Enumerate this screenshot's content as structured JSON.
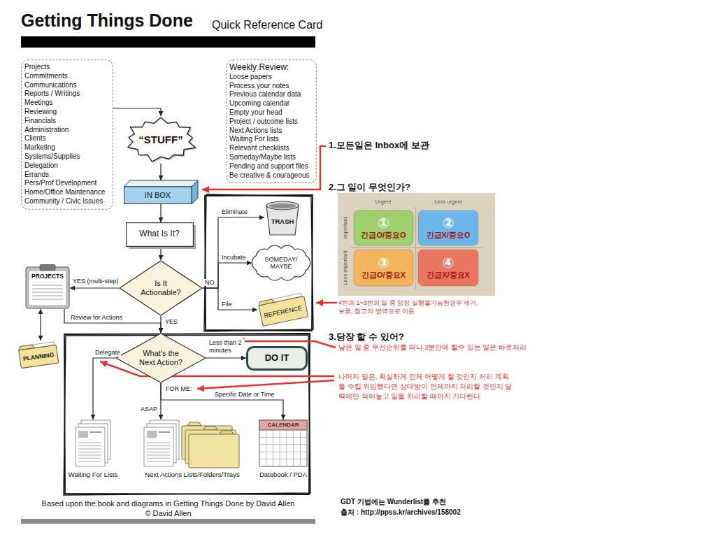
{
  "diagram": {
    "title": "Getting Things Done",
    "caption": "Based upon the book and diagrams in Getting Things Done by David Allen",
    "nodes": [
      {
        "text": [
          "Projects",
          "Commitments",
          "Communications",
          "Reports / Writings",
          "Meetings",
          "Reviewing",
          "Financials",
          "Administration",
          "Clients",
          "Marketing",
          "Systems/Supplies",
          "Delegation",
          "Errands",
          "Pers/Prof Development",
          "Home/Office Maintenance",
          "Community / Civic Issues"
        ]
      },
      {
        "text": [
          "Weekly Review:",
          "Loose papers",
          "Process your notes",
          "Previous calendar data",
          "Upcoming calendar",
          "Empty your head",
          "Project / outcome lists",
          "Next Actions lists",
          "Waiting For lists",
          "Relevant checklists",
          "Someday/Maybe lists",
          "Pending and support files",
          "Be creative & courageous"
        ]
      },
      {
        "text": [
          "“STUFF”"
        ]
      },
      {
        "text": [
          "IN BOX"
        ]
      },
      {
        "text": [
          "What Is It?"
        ]
      },
      {
        "text": [
          "Is It Actionable?"
        ]
      },
      {
        "text": [
          "TRASH"
        ]
      },
      {
        "text": [
          "SOMEDAY/ MAYBE"
        ]
      },
      {
        "text": [
          "REFERENCE"
        ]
      },
      {
        "text": [
          "PROJECTS"
        ]
      },
      {
        "text": [
          "PLANNING"
        ]
      },
      {
        "text": [
          "What's the Next Action?"
        ]
      },
      {
        "text": [
          "DO IT"
        ]
      },
      {
        "text": [
          "Waiting For Lists"
        ]
      },
      {
        "text": [
          "Next Actions Lists/Folders/Trays"
        ]
      },
      {
        "text": [
          "CALENDAR",
          "Datebook / PDA"
        ]
      },
      {
        "text": [
          "Urgent",
          "Less urgent",
          "Important",
          "Less important"
        ]
      },
      {
        "text": [
          "①",
          "긴급O/중요O"
        ],
        "in": 16
      },
      {
        "text": [
          "②",
          "긴급X/중요O"
        ],
        "in": 16
      },
      {
        "text": [
          "③",
          "긴급O/중요X"
        ],
        "in": 16
      },
      {
        "text": [
          "④",
          "긴급X/중요X"
        ],
        "in": 16
      }
    ],
    "edges": [
      {
        "from": 0,
        "to": 2,
        "arrow": "to"
      },
      {
        "from": 2,
        "to": 3,
        "arrow": "to"
      },
      {
        "from": 3,
        "to": 4,
        "arrow": "to"
      },
      {
        "from": 4,
        "to": 5,
        "arrow": "to"
      },
      {
        "from": 5,
        "to": 9,
        "label": "YES (multi-step)",
        "arrow": "to"
      },
      {
        "from": 5,
        "to": 6,
        "label": "Eliminate",
        "arrow": "to"
      },
      {
        "from": 5,
        "to": 7,
        "label": "Incubate",
        "arrow": "to"
      },
      {
        "from": 5,
        "to": 8,
        "label": "File",
        "arrow": "to"
      },
      {
        "from": 5,
        "to": 11,
        "label": "YES",
        "arrow": "to"
      },
      {
        "from": 9,
        "to": 11,
        "label": "Review for Actions",
        "arrow": "to"
      },
      {
        "from": 9,
        "to": 10,
        "arrow": "both"
      },
      {
        "from": 11,
        "to": 12,
        "label": "Less than 2 minutes",
        "arrow": "to"
      },
      {
        "from": 11,
        "to": 13,
        "label": "Delegate",
        "arrow": "to"
      },
      {
        "from": 11,
        "to": 14,
        "label": "ASAP",
        "arrow": "to"
      },
      {
        "from": 11,
        "to": 15,
        "label": "Specific Date or Time",
        "arrow": "to"
      }
    ],
    "labels": [
      "Quick Reference Card",
      "NO",
      "FOR ME:",
      "© David Allen",
      "1.모든일은 Inbox에 보관",
      "2.그 일이 무엇인가?",
      "4번과 1~3번의 일 중 당장 실행불가능한경우 제거, 보류, 참고의 영역으로 이동",
      "3.당장 할 수 있어?",
      "남은 일 중 우선순위를 떠나 2분안에 할수 있는 일은 바로처리",
      "나머지 일은, 확실하게 언제 어떻게 할 것인지 처리 계획을 수립 위임했다면 상대방이 언제까지 처리할 것인지 달력에만 적어놓고 일을 처리할 때까지 기다린다",
      "GDT 기법에는 Wunderlist를 추천",
      "출처 : http://ppss.kr/archives/158002"
    ]
  }
}
